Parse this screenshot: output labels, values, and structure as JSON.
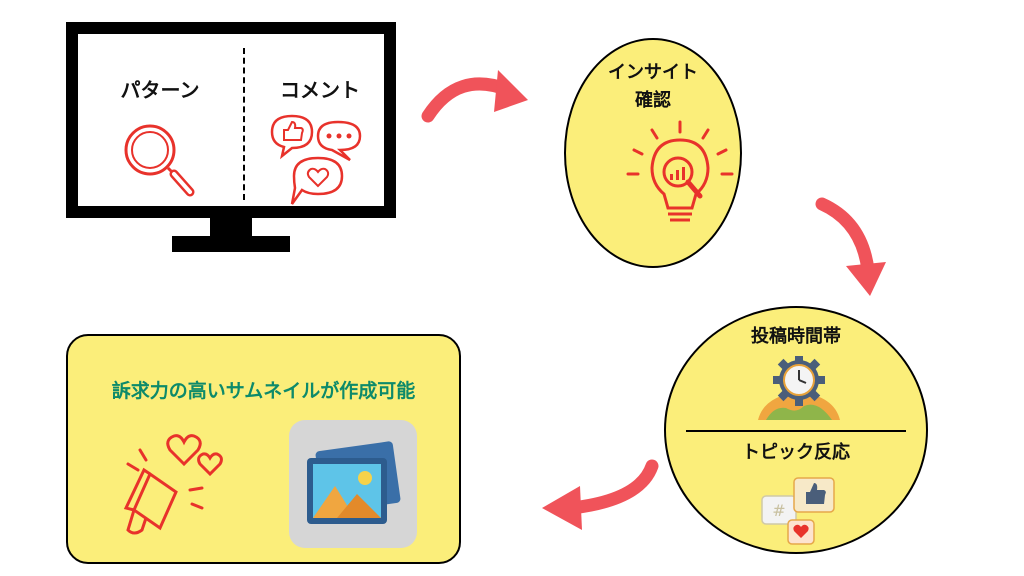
{
  "monitor": {
    "pattern_label": "パターン",
    "comment_label": "コメント"
  },
  "insight": {
    "line1": "インサイト",
    "line2": "確認"
  },
  "analysis": {
    "time_label": "投稿時間帯",
    "reaction_label": "トピック反応"
  },
  "result": {
    "title": "訴求力の高いサムネイルが作成可能"
  },
  "colors": {
    "circle_fill": "#fbee7a",
    "arrow": "#f0535a",
    "icon_red": "#e8322b",
    "title_green": "#0d8a6a"
  }
}
